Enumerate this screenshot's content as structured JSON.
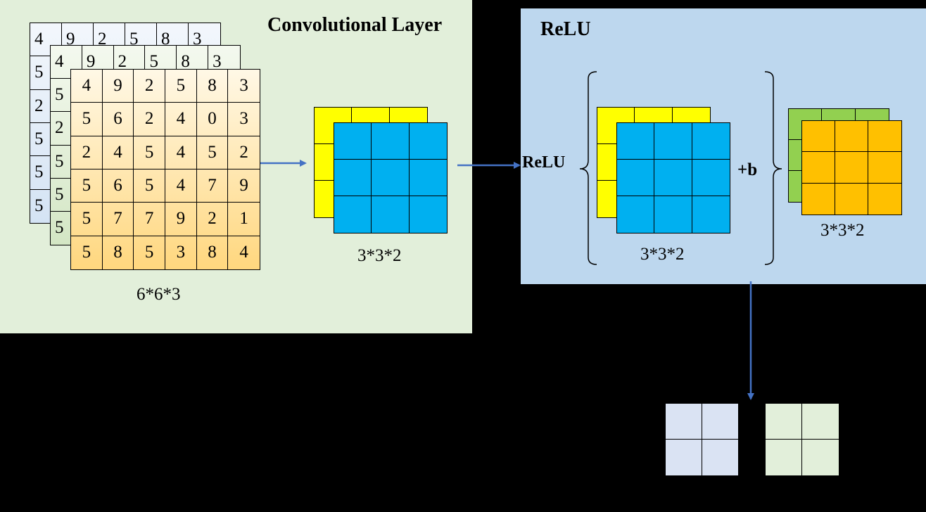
{
  "conv": {
    "title": "Convolutional Layer",
    "input_label": "6*6*3",
    "input_channel_1": [
      [
        "4",
        "9",
        "2",
        "5",
        "8",
        "3"
      ],
      [
        "5",
        "",
        "",
        "",
        "",
        ""
      ],
      [
        "2",
        "",
        "",
        "",
        "",
        ""
      ],
      [
        "5",
        "",
        "",
        "",
        "",
        ""
      ],
      [
        "5",
        "",
        "",
        "",
        "",
        ""
      ],
      [
        "5",
        "",
        "",
        "",
        "",
        ""
      ]
    ],
    "input_channel_2": [
      [
        "4",
        "9",
        "2",
        "5",
        "8",
        "3"
      ],
      [
        "5",
        "",
        "",
        "",
        "",
        ""
      ],
      [
        "2",
        "",
        "",
        "",
        "",
        ""
      ],
      [
        "5",
        "",
        "",
        "",
        "",
        ""
      ],
      [
        "5",
        "",
        "",
        "",
        "",
        ""
      ],
      [
        "5",
        "",
        "",
        "",
        "",
        ""
      ]
    ],
    "input_channel_3": [
      [
        "4",
        "9",
        "2",
        "5",
        "8",
        "3"
      ],
      [
        "5",
        "6",
        "2",
        "4",
        "0",
        "3"
      ],
      [
        "2",
        "4",
        "5",
        "4",
        "5",
        "2"
      ],
      [
        "5",
        "6",
        "5",
        "4",
        "7",
        "9"
      ],
      [
        "5",
        "7",
        "7",
        "9",
        "2",
        "1"
      ],
      [
        "5",
        "8",
        "5",
        "3",
        "8",
        "4"
      ]
    ],
    "output_label": "3*3*2"
  },
  "relu": {
    "title": "ReLU",
    "func_label": "ReLU",
    "plus_b": "+b",
    "featuremap_label": "3*3*2",
    "bias_label": "3*3*2"
  },
  "colors": {
    "conv_panel": "#E2EFDA",
    "relu_panel": "#BDD7EE",
    "blue_cell": "#00B0F0",
    "yellow_cell": "#FFFF00",
    "green_cell": "#92D050",
    "orange_cell": "#FFC000",
    "light_blue_cell": "#DAE3F3",
    "light_green_cell": "#E2EFDA",
    "arrow": "#4472C4"
  }
}
